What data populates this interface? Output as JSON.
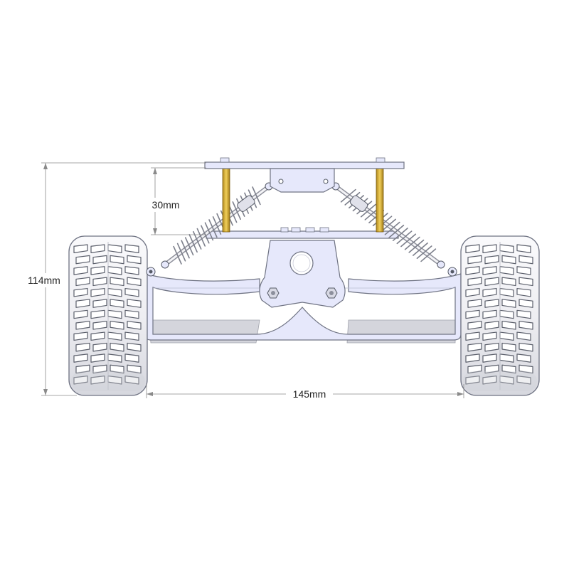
{
  "dimensions": {
    "height_total": "114mm",
    "plate_gap": "30mm",
    "wheel_track": "145mm"
  },
  "colors": {
    "background": "#ffffff",
    "chassis_fill": "#e6e8fb",
    "chassis_stroke": "#6f7383",
    "standoff_fill": "#d9b441",
    "spring_stroke": "#8d8f9a",
    "tire_fill": "#f1f1f4",
    "tread_fill": "#ffffff",
    "tread_stroke": "#5b5f6b",
    "shadow_fill": "#cfd0d6",
    "dimension_line": "#8a8a8a",
    "text": "#222222"
  },
  "icons": {
    "left_wheel": "tire-icon",
    "right_wheel": "tire-icon",
    "suspension": "coil-spring-icon",
    "fastener": "hex-nut-icon"
  }
}
